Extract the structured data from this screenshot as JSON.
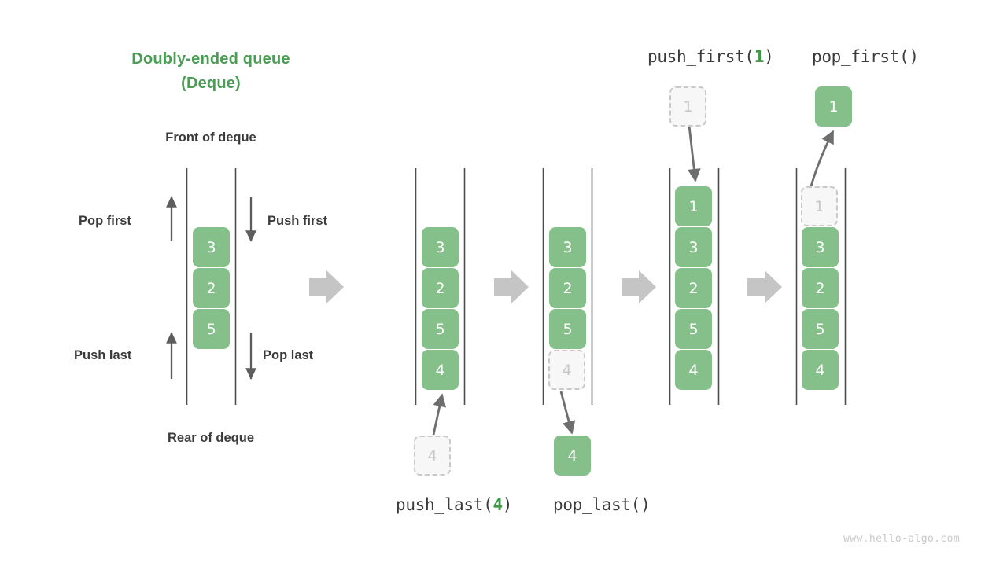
{
  "title": {
    "line1": "Doubly-ended queue",
    "line2": "(Deque)"
  },
  "labels": {
    "front": "Front of deque",
    "rear": "Rear of deque",
    "pop_first": "Pop first",
    "push_first": "Push first",
    "push_last": "Push last",
    "pop_last": "Pop last"
  },
  "operations": {
    "push_first": {
      "name": "push_first(",
      "arg": "1",
      "close": ")"
    },
    "pop_first": {
      "name": "pop_first()",
      "arg": "",
      "close": ""
    },
    "push_last": {
      "name": "push_last(",
      "arg": "4",
      "close": ")"
    },
    "pop_last": {
      "name": "pop_last()",
      "arg": "",
      "close": ""
    }
  },
  "colors": {
    "accent_green": "#4a9e54",
    "cell_green": "#85bf8a",
    "ghost_fill": "#f7f7f7",
    "ghost_border": "#c9c9c9",
    "ghost_text": "#c6c6c6",
    "rail": "#4d4d4d",
    "arrow_gray": "#6e6e6e",
    "block_arrow": "#c5c5c5",
    "text_dark": "#3b3b3b",
    "watermark": "#c9c9c9"
  },
  "legend_deque": {
    "items": [
      "3",
      "2",
      "5"
    ]
  },
  "panels": [
    {
      "name": "panel-after-push-last",
      "items": [
        {
          "value": "3",
          "state": "solid"
        },
        {
          "value": "2",
          "state": "solid"
        },
        {
          "value": "5",
          "state": "solid"
        },
        {
          "value": "4",
          "state": "solid"
        }
      ],
      "floating": {
        "value": "4",
        "state": "ghost",
        "position": "below"
      }
    },
    {
      "name": "panel-pop-last",
      "items": [
        {
          "value": "3",
          "state": "solid"
        },
        {
          "value": "2",
          "state": "solid"
        },
        {
          "value": "5",
          "state": "solid"
        },
        {
          "value": "4",
          "state": "ghost"
        }
      ],
      "floating": {
        "value": "4",
        "state": "solid",
        "position": "below"
      }
    },
    {
      "name": "panel-push-first",
      "items": [
        {
          "value": "1",
          "state": "solid"
        },
        {
          "value": "3",
          "state": "solid"
        },
        {
          "value": "2",
          "state": "solid"
        },
        {
          "value": "5",
          "state": "solid"
        },
        {
          "value": "4",
          "state": "solid"
        }
      ],
      "floating": {
        "value": "1",
        "state": "ghost",
        "position": "above"
      }
    },
    {
      "name": "panel-pop-first",
      "items": [
        {
          "value": "1",
          "state": "ghost"
        },
        {
          "value": "3",
          "state": "solid"
        },
        {
          "value": "2",
          "state": "solid"
        },
        {
          "value": "5",
          "state": "solid"
        },
        {
          "value": "4",
          "state": "solid"
        }
      ],
      "floating": {
        "value": "1",
        "state": "solid",
        "position": "above"
      }
    }
  ],
  "watermark": "www.hello-algo.com"
}
